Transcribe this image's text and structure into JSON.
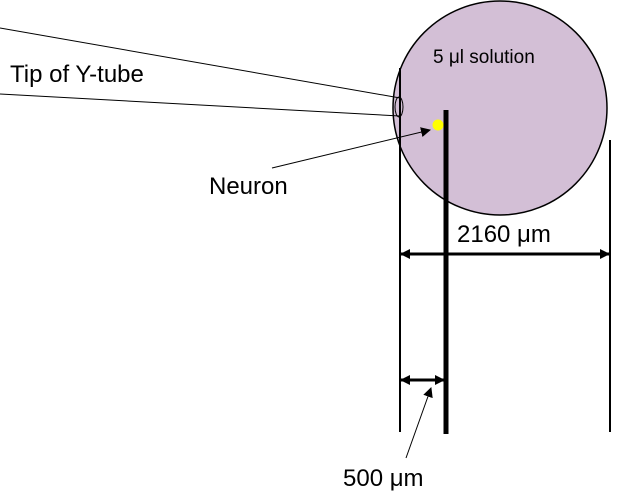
{
  "labels": {
    "y_tube": "Tip of Y-tube",
    "solution": "5 μl solution",
    "neuron": "Neuron",
    "width_outer": "2160 μm",
    "width_inner": "500 μm"
  },
  "colors": {
    "droplet_fill": "#d3bfd6",
    "neuron": "#ffff00",
    "line": "#000000"
  }
}
